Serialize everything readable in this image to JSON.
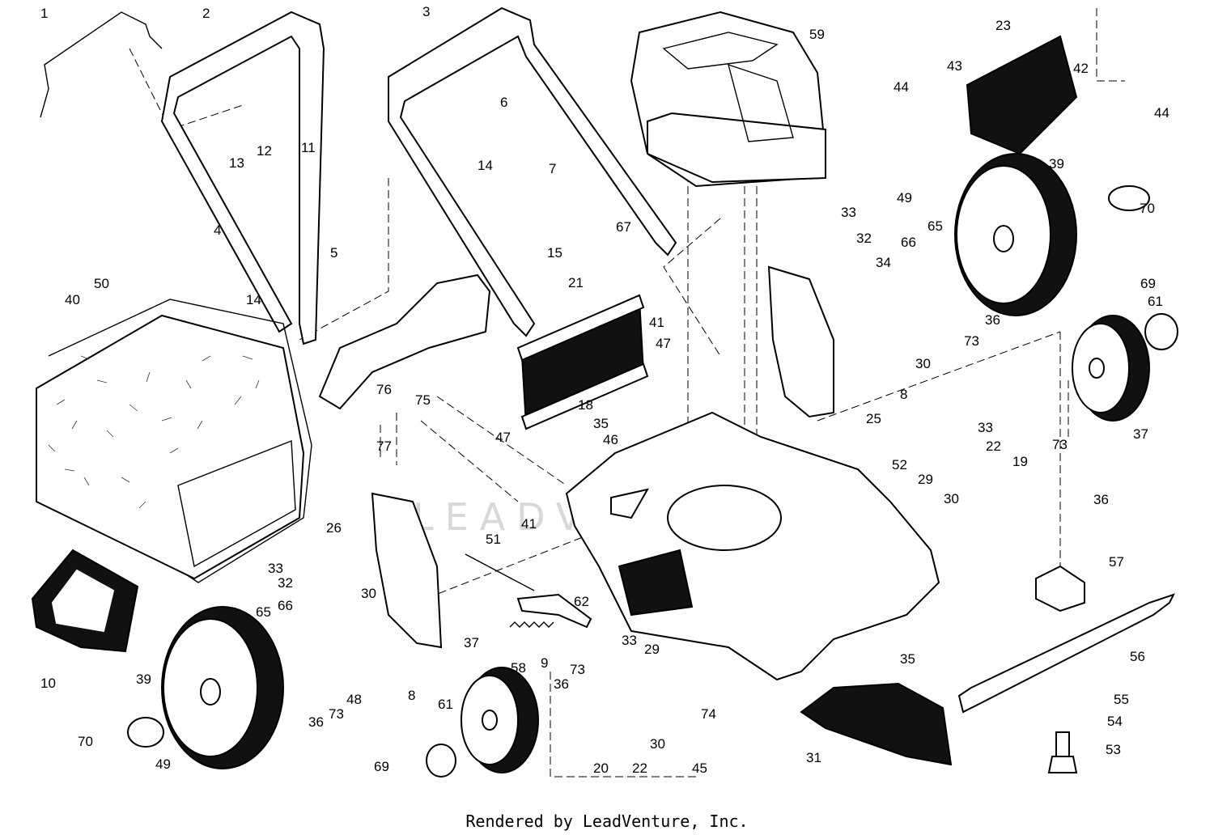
{
  "watermark": "LEADVENTURE",
  "credit": "Rendered by LeadVenture, Inc.",
  "callouts": [
    {
      "id": "c1",
      "label": "1"
    },
    {
      "id": "c2",
      "label": "2"
    },
    {
      "id": "c3",
      "label": "3"
    },
    {
      "id": "c4",
      "label": "4"
    },
    {
      "id": "c5",
      "label": "5"
    },
    {
      "id": "c6",
      "label": "6"
    },
    {
      "id": "c7",
      "label": "7"
    },
    {
      "id": "c8a",
      "label": "8"
    },
    {
      "id": "c8b",
      "label": "8"
    },
    {
      "id": "c9",
      "label": "9"
    },
    {
      "id": "c10",
      "label": "10"
    },
    {
      "id": "c11",
      "label": "11"
    },
    {
      "id": "c12",
      "label": "12"
    },
    {
      "id": "c13",
      "label": "13"
    },
    {
      "id": "c14a",
      "label": "14"
    },
    {
      "id": "c14b",
      "label": "14"
    },
    {
      "id": "c15",
      "label": "15"
    },
    {
      "id": "c18",
      "label": "18"
    },
    {
      "id": "c19",
      "label": "19"
    },
    {
      "id": "c20",
      "label": "20"
    },
    {
      "id": "c21",
      "label": "21"
    },
    {
      "id": "c22a",
      "label": "22"
    },
    {
      "id": "c22b",
      "label": "22"
    },
    {
      "id": "c23",
      "label": "23"
    },
    {
      "id": "c25",
      "label": "25"
    },
    {
      "id": "c26",
      "label": "26"
    },
    {
      "id": "c29a",
      "label": "29"
    },
    {
      "id": "c29b",
      "label": "29"
    },
    {
      "id": "c30a",
      "label": "30"
    },
    {
      "id": "c30b",
      "label": "30"
    },
    {
      "id": "c30c",
      "label": "30"
    },
    {
      "id": "c30d",
      "label": "30"
    },
    {
      "id": "c31",
      "label": "31"
    },
    {
      "id": "c32a",
      "label": "32"
    },
    {
      "id": "c32b",
      "label": "32"
    },
    {
      "id": "c33a",
      "label": "33"
    },
    {
      "id": "c33b",
      "label": "33"
    },
    {
      "id": "c33c",
      "label": "33"
    },
    {
      "id": "c33d",
      "label": "33"
    },
    {
      "id": "c34",
      "label": "34"
    },
    {
      "id": "c35a",
      "label": "35"
    },
    {
      "id": "c35b",
      "label": "35"
    },
    {
      "id": "c36a",
      "label": "36"
    },
    {
      "id": "c36b",
      "label": "36"
    },
    {
      "id": "c36c",
      "label": "36"
    },
    {
      "id": "c36d",
      "label": "36"
    },
    {
      "id": "c37a",
      "label": "37"
    },
    {
      "id": "c37b",
      "label": "37"
    },
    {
      "id": "c39a",
      "label": "39"
    },
    {
      "id": "c39b",
      "label": "39"
    },
    {
      "id": "c40",
      "label": "40"
    },
    {
      "id": "c41a",
      "label": "41"
    },
    {
      "id": "c41b",
      "label": "41"
    },
    {
      "id": "c42",
      "label": "42"
    },
    {
      "id": "c43",
      "label": "43"
    },
    {
      "id": "c44a",
      "label": "44"
    },
    {
      "id": "c44b",
      "label": "44"
    },
    {
      "id": "c45",
      "label": "45"
    },
    {
      "id": "c46",
      "label": "46"
    },
    {
      "id": "c47a",
      "label": "47"
    },
    {
      "id": "c47b",
      "label": "47"
    },
    {
      "id": "c48",
      "label": "48"
    },
    {
      "id": "c49a",
      "label": "49"
    },
    {
      "id": "c49b",
      "label": "49"
    },
    {
      "id": "c50",
      "label": "50"
    },
    {
      "id": "c51",
      "label": "51"
    },
    {
      "id": "c52",
      "label": "52"
    },
    {
      "id": "c53",
      "label": "53"
    },
    {
      "id": "c54",
      "label": "54"
    },
    {
      "id": "c55",
      "label": "55"
    },
    {
      "id": "c56",
      "label": "56"
    },
    {
      "id": "c57",
      "label": "57"
    },
    {
      "id": "c58",
      "label": "58"
    },
    {
      "id": "c59",
      "label": "59"
    },
    {
      "id": "c61a",
      "label": "61"
    },
    {
      "id": "c61b",
      "label": "61"
    },
    {
      "id": "c62",
      "label": "62"
    },
    {
      "id": "c65a",
      "label": "65"
    },
    {
      "id": "c65b",
      "label": "65"
    },
    {
      "id": "c66a",
      "label": "66"
    },
    {
      "id": "c66b",
      "label": "66"
    },
    {
      "id": "c67",
      "label": "67"
    },
    {
      "id": "c69a",
      "label": "69"
    },
    {
      "id": "c69b",
      "label": "69"
    },
    {
      "id": "c70a",
      "label": "70"
    },
    {
      "id": "c70b",
      "label": "70"
    },
    {
      "id": "c73a",
      "label": "73"
    },
    {
      "id": "c73b",
      "label": "73"
    },
    {
      "id": "c73c",
      "label": "73"
    },
    {
      "id": "c73d",
      "label": "73"
    },
    {
      "id": "c74",
      "label": "74"
    },
    {
      "id": "c75",
      "label": "75"
    },
    {
      "id": "c76",
      "label": "76"
    },
    {
      "id": "c77",
      "label": "77"
    }
  ]
}
